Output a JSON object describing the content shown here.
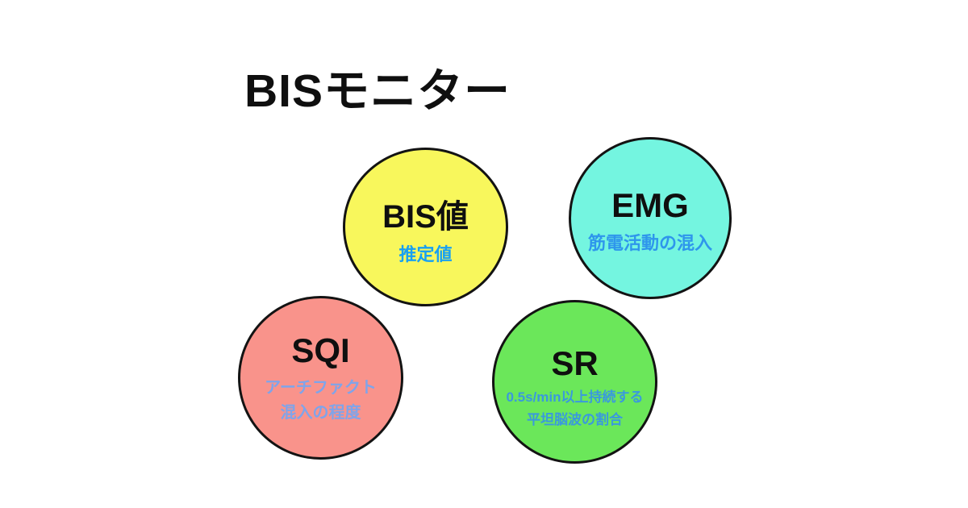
{
  "page": {
    "background": "#ffffff"
  },
  "title": {
    "text": "BISモニター",
    "color": "#0f0f0f"
  },
  "circles": [
    {
      "id": "bis-value",
      "label": "BIS値",
      "sublabel_lines": [
        "推定値"
      ],
      "fill": "#f8f75c",
      "border": "#131313",
      "label_color": "#0f0f0f",
      "sublabel_color": "#18a0f2"
    },
    {
      "id": "emg",
      "label": "EMG",
      "sublabel_lines": [
        "筋電活動の混入"
      ],
      "fill": "#74f5e0",
      "border": "#131313",
      "label_color": "#0f0f0f",
      "sublabel_color": "#2e96ec"
    },
    {
      "id": "sqi",
      "label": "SQI",
      "sublabel_lines": [
        "アーチファクト",
        "混入の程度"
      ],
      "fill": "#f9938b",
      "border": "#131313",
      "label_color": "#0f0f0f",
      "sublabel_color": "#7fa4ea"
    },
    {
      "id": "sr",
      "label": "SR",
      "sublabel_lines": [
        "0.5s/min以上持続する",
        "平坦脳波の割合"
      ],
      "fill": "#6be75a",
      "border": "#131313",
      "label_color": "#0f0f0f",
      "sublabel_color": "#3a99dd"
    }
  ]
}
